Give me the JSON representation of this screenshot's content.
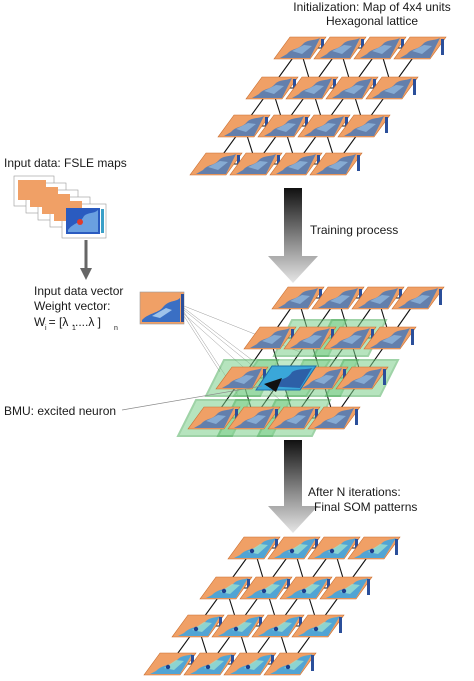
{
  "init_title_line1": "Initialization: Map of 4x4 units",
  "init_title_line2": "Hexagonal lattice",
  "input_data_label": "Input data: FSLE maps",
  "input_vector_line1": "Input data vector",
  "input_vector_line2": "Weight vector:",
  "weight_formula": "W = [λ .....λ ]",
  "weight_sub_i": "i",
  "weight_sub_1": "1",
  "weight_sub_n": "n",
  "bmu_label": "BMU: excited neuron",
  "training_label": "Training process",
  "after_line1": "After N iterations:",
  "after_line2": "Final SOM patterns",
  "colors": {
    "tile_orange": "#f0a066",
    "tile_land": "#4a79b8",
    "tile_blue_pattern": "#3fa4e0",
    "neighborhood_green": "#7ccf8a",
    "arrow_dark": "#222222"
  }
}
